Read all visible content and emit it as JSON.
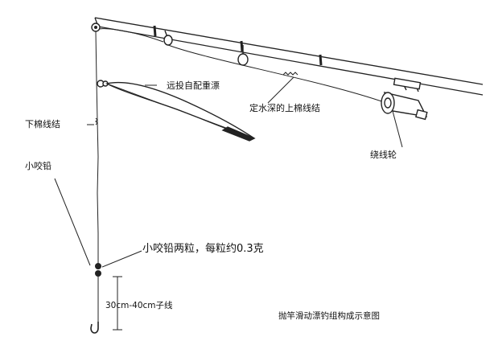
{
  "labels": {
    "float": "远投自配重漂",
    "upper_knot": "定水深的上棉线结",
    "lower_knot": "下棉线结",
    "reel": "绕线轮",
    "small_sinker": "小咬铅",
    "sinker_note": "小咬铅两粒，每粒约0.3克",
    "leader": "30cm-40cm子线",
    "caption": "抛竿滑动漂钓组构成示意图"
  }
}
